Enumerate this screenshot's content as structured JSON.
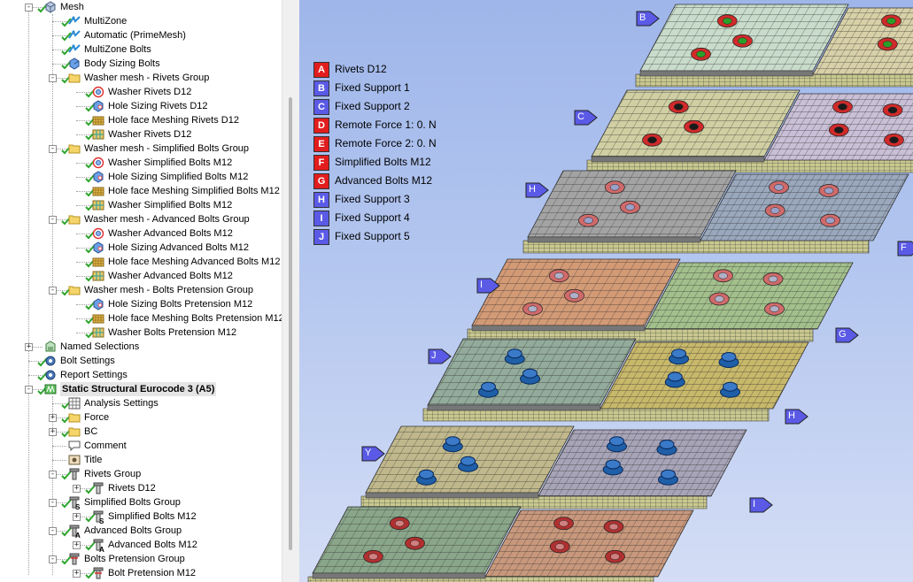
{
  "tree": {
    "items": [
      {
        "label": "Mesh",
        "indent": 0,
        "expander": "-",
        "check": true,
        "icon": "mesh-icon"
      },
      {
        "label": "MultiZone",
        "indent": 1,
        "expander": "",
        "check": true,
        "icon": "method-icon"
      },
      {
        "label": "Automatic (PrimeMesh)",
        "indent": 1,
        "expander": "",
        "check": true,
        "icon": "method-icon"
      },
      {
        "label": "MultiZone Bolts",
        "indent": 1,
        "expander": "",
        "check": true,
        "icon": "method-icon"
      },
      {
        "label": "Body Sizing Bolts",
        "indent": 1,
        "expander": "",
        "check": true,
        "icon": "body-sizing-icon"
      },
      {
        "label": "Washer mesh - Rivets Group",
        "indent": 1,
        "expander": "-",
        "check": true,
        "icon": "folder-icon"
      },
      {
        "label": "Washer Rivets D12",
        "indent": 2,
        "expander": "",
        "check": true,
        "icon": "washer-icon"
      },
      {
        "label": "Hole Sizing Rivets D12",
        "indent": 2,
        "expander": "",
        "check": true,
        "icon": "hole-sizing-icon"
      },
      {
        "label": "Hole face Meshing Rivets D12",
        "indent": 2,
        "expander": "",
        "check": true,
        "icon": "face-meshing-icon"
      },
      {
        "label": "Washer Rivets D12",
        "indent": 2,
        "expander": "",
        "check": true,
        "icon": "washer-mesh-icon"
      },
      {
        "label": "Washer mesh - Simplified Bolts Group",
        "indent": 1,
        "expander": "-",
        "check": true,
        "icon": "folder-icon"
      },
      {
        "label": "Washer Simplified Bolts M12",
        "indent": 2,
        "expander": "",
        "check": true,
        "icon": "washer-icon"
      },
      {
        "label": "Hole Sizing Simplified Bolts M12",
        "indent": 2,
        "expander": "",
        "check": true,
        "icon": "hole-sizing-icon"
      },
      {
        "label": "Hole face Meshing Simplified Bolts M12",
        "indent": 2,
        "expander": "",
        "check": true,
        "icon": "face-meshing-icon"
      },
      {
        "label": "Washer Simplified Bolts M12",
        "indent": 2,
        "expander": "",
        "check": true,
        "icon": "washer-mesh-icon"
      },
      {
        "label": "Washer mesh - Advanced Bolts Group",
        "indent": 1,
        "expander": "-",
        "check": true,
        "icon": "folder-icon"
      },
      {
        "label": "Washer Advanced Bolts M12",
        "indent": 2,
        "expander": "",
        "check": true,
        "icon": "washer-icon"
      },
      {
        "label": "Hole Sizing Advanced Bolts M12",
        "indent": 2,
        "expander": "",
        "check": true,
        "icon": "hole-sizing-icon"
      },
      {
        "label": "Hole face Meshing Advanced Bolts M12",
        "indent": 2,
        "expander": "",
        "check": true,
        "icon": "face-meshing-icon"
      },
      {
        "label": "Washer Advanced Bolts M12",
        "indent": 2,
        "expander": "",
        "check": true,
        "icon": "washer-mesh-icon"
      },
      {
        "label": "Washer mesh - Bolts Pretension Group",
        "indent": 1,
        "expander": "-",
        "check": true,
        "icon": "folder-icon"
      },
      {
        "label": "Hole Sizing Bolts Pretension M12",
        "indent": 2,
        "expander": "",
        "check": true,
        "icon": "hole-sizing-icon"
      },
      {
        "label": "Hole face Meshing Bolts Pretension M12",
        "indent": 2,
        "expander": "",
        "check": true,
        "icon": "face-meshing-icon"
      },
      {
        "label": "Washer Bolts Pretension M12",
        "indent": 2,
        "expander": "",
        "check": true,
        "icon": "washer-mesh-icon"
      },
      {
        "label": "Named Selections",
        "indent": 0,
        "expander": "+",
        "check": false,
        "icon": "named-selections-icon"
      },
      {
        "label": "Bolt Settings",
        "indent": 0,
        "expander": "",
        "check": true,
        "icon": "gear-icon"
      },
      {
        "label": "Report Settings",
        "indent": 0,
        "expander": "",
        "check": true,
        "icon": "gear-icon"
      },
      {
        "label": "Static Structural Eurocode 3 (A5)",
        "indent": 0,
        "expander": "-",
        "check": true,
        "icon": "static-structural-icon",
        "bold": true,
        "selected": true
      },
      {
        "label": "Analysis Settings",
        "indent": 1,
        "expander": "",
        "check": true,
        "icon": "analysis-settings-icon"
      },
      {
        "label": "Force",
        "indent": 1,
        "expander": "+",
        "check": true,
        "icon": "folder-icon"
      },
      {
        "label": "BC",
        "indent": 1,
        "expander": "+",
        "check": true,
        "icon": "folder-icon"
      },
      {
        "label": "Comment",
        "indent": 1,
        "expander": "",
        "check": false,
        "icon": "comment-icon"
      },
      {
        "label": "Title",
        "indent": 1,
        "expander": "",
        "check": false,
        "icon": "title-icon"
      },
      {
        "label": "Rivets Group",
        "indent": 1,
        "expander": "-",
        "check": true,
        "icon": "bolt-group-icon"
      },
      {
        "label": "Rivets D12",
        "indent": 2,
        "expander": "+",
        "check": true,
        "icon": "bolt-icon"
      },
      {
        "label": "Simplified Bolts Group",
        "indent": 1,
        "expander": "-",
        "check": true,
        "icon": "bolt-group-icon",
        "badge": "S"
      },
      {
        "label": "Simplified Bolts M12",
        "indent": 2,
        "expander": "+",
        "check": true,
        "icon": "bolt-icon",
        "badge": "S"
      },
      {
        "label": "Advanced Bolts Group",
        "indent": 1,
        "expander": "-",
        "check": true,
        "icon": "bolt-group-icon",
        "badge": "A"
      },
      {
        "label": "Advanced Bolts M12",
        "indent": 2,
        "expander": "+",
        "check": true,
        "icon": "bolt-icon",
        "badge": "A"
      },
      {
        "label": "Bolts Pretension Group",
        "indent": 1,
        "expander": "-",
        "check": true,
        "icon": "bolt-pretension-group-icon"
      },
      {
        "label": "Bolt Pretension M12",
        "indent": 2,
        "expander": "+",
        "check": true,
        "icon": "bolt-pretension-icon"
      }
    ]
  },
  "legend": {
    "items": [
      {
        "letter": "A",
        "label": "Rivets D12",
        "color": "#e21d1d"
      },
      {
        "letter": "B",
        "label": "Fixed Support 1",
        "color": "#5a5ae6"
      },
      {
        "letter": "C",
        "label": "Fixed Support 2",
        "color": "#5a5ae6"
      },
      {
        "letter": "D",
        "label": "Remote Force 1: 0. N",
        "color": "#e21d1d"
      },
      {
        "letter": "E",
        "label": "Remote Force 2: 0. N",
        "color": "#e21d1d"
      },
      {
        "letter": "F",
        "label": "Simplified Bolts M12",
        "color": "#e21d1d"
      },
      {
        "letter": "G",
        "label": "Advanced Bolts M12",
        "color": "#e21d1d"
      },
      {
        "letter": "H",
        "label": "Fixed Support 3",
        "color": "#5a5ae6"
      },
      {
        "letter": "I",
        "label": "Fixed Support 4",
        "color": "#5a5ae6"
      },
      {
        "letter": "J",
        "label": "Fixed Support 5",
        "color": "#5a5ae6"
      }
    ]
  },
  "viewport": {
    "tags": [
      "B",
      "C",
      "H",
      "I",
      "J",
      "Y",
      "F",
      "G",
      "H",
      "I"
    ]
  },
  "colors": {
    "check": "#2ea52e",
    "support": "#5a5ae6",
    "force": "#e21d1d",
    "bolt": "#1f5fa8"
  }
}
